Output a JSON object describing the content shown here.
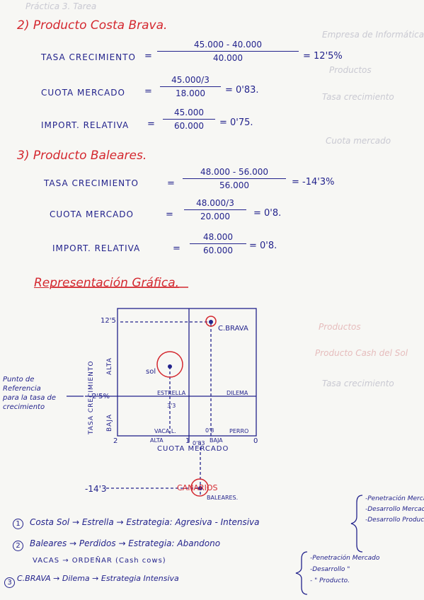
{
  "ghost_text": {
    "top_left": "Práctica 3. Tarea",
    "line1": "Empresa de Informática",
    "line2": "Productos",
    "line3": "Tasa crecimiento",
    "line4": "Cuota mercado",
    "line5": "Productos",
    "line6": "Producto Cash del Sol",
    "line7": "Tasa crecimiento"
  },
  "section2": {
    "title": "2) Producto Costa Brava.",
    "tasa_label": "TASA CRECIMIENTO",
    "tasa_num": "45.000 - 40.000",
    "tasa_den": "40.000",
    "tasa_result": "= 12'5%",
    "cuota_label": "CUOTA MERCADO",
    "cuota_num": "45.000/3",
    "cuota_den": "18.000",
    "cuota_result": "= 0'83.",
    "import_label": "IMPORT. RELATIVA",
    "import_num": "45.000",
    "import_den": "60.000",
    "import_result": "= 0'75."
  },
  "section3": {
    "title": "3) Producto Baleares.",
    "tasa_label": "TASA CRECIMIENTO",
    "tasa_num": "48.000 - 56.000",
    "tasa_den": "56.000",
    "tasa_result": "= -14'3%",
    "cuota_label": "CUOTA MERCADO",
    "cuota_num": "48.000/3",
    "cuota_den": "20.000",
    "cuota_result": "= 0'8.",
    "import_label": "IMPORT. RELATIVA",
    "import_num": "48.000",
    "import_den": "60.000",
    "import_result": "= 0'8."
  },
  "graph": {
    "title": "Representación Gráfica.",
    "y_top": "12'5",
    "y_mid": "2'5%",
    "y_bottom": "-14'3",
    "y_axis_label_alta": "ALTA",
    "y_axis_label_baja": "BAJA",
    "y_axis_title": "TASA CRECIMIENTO",
    "x_left": "2",
    "x_mid": "1",
    "x_right": "0",
    "x_083": "0'83",
    "x_08": "0'8",
    "x_label_alta": "ALTA",
    "x_label_baja": "BAJA",
    "x_axis_title": "CUOTA MERCADO",
    "q_estrella": "ESTRELLA",
    "q_dilema": "DILEMA",
    "q_vacas": "VACA L.",
    "q_perro": "PERRO",
    "q_tl_value": "3'3",
    "p_sol": "sol",
    "p_cbrava": "C.BRAVA",
    "p_canarios": "CANARIOS",
    "p_baleares": "BALEARES.",
    "side_note": "Punto de Referencia para la tasa de crecimiento"
  },
  "strategies": {
    "item1_num": "1",
    "item1": "Costa Sol → Estrella → Estrategia: Agresiva - Intensiva",
    "item2_num": "2",
    "item2": "Baleares → Perdidos → Estrategia: Abandono",
    "item3_text": "VACAS → ORDEÑAR (Cash cows)",
    "item4_num": "3",
    "item4": "C.BRAVA → Dilema → Estrategia Intensiva",
    "brace1": [
      "-Penetración Mercado",
      "-Desarrollo Mercado",
      "-Desarrollo Producto."
    ],
    "brace2": [
      "-Penetración Mercado",
      "-Desarrollo \"",
      "- \" Producto."
    ]
  }
}
